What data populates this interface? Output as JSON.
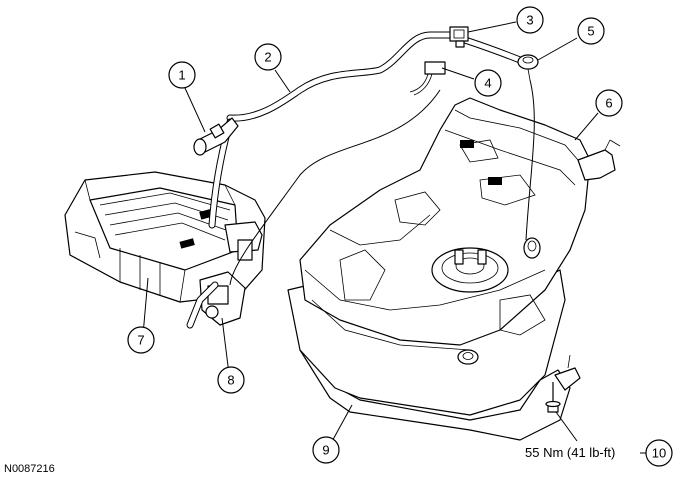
{
  "figure_id": "N0087216",
  "torque_spec": "55 Nm (41 lb-ft)",
  "callouts": [
    "1",
    "2",
    "3",
    "4",
    "5",
    "6",
    "7",
    "8",
    "9",
    "10"
  ]
}
